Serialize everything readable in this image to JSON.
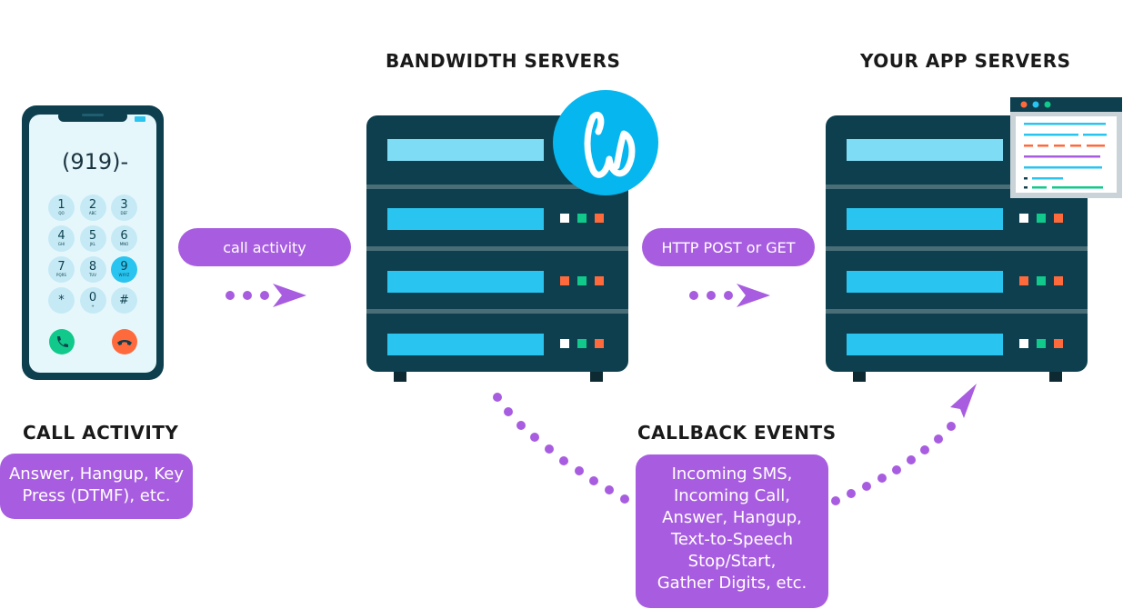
{
  "headings": {
    "bandwidth_servers": "BANDWIDTH SERVERS",
    "your_app_servers": "YOUR APP SERVERS",
    "call_activity": "CALL ACTIVITY",
    "callback_events": "CALLBACK EVENTS"
  },
  "pills": {
    "call_activity": "call activity",
    "http_post_get": "HTTP POST or GET"
  },
  "call_activity_box": [
    "Answer, Hangup, Key",
    "Press (DTMF), etc."
  ],
  "callback_events_box": [
    "Incoming SMS,",
    "Incoming Call,",
    "Answer, Hangup,",
    "Text-to-Speech",
    "Stop/Start,",
    "Gather Digits, etc."
  ],
  "phone": {
    "display": "(919)-",
    "keys": [
      {
        "digit": "1",
        "letters": "QO"
      },
      {
        "digit": "2",
        "letters": "ABC"
      },
      {
        "digit": "3",
        "letters": "DEF"
      },
      {
        "digit": "4",
        "letters": "GHI"
      },
      {
        "digit": "5",
        "letters": "JKL"
      },
      {
        "digit": "6",
        "letters": "MNO"
      },
      {
        "digit": "7",
        "letters": "PQRS"
      },
      {
        "digit": "8",
        "letters": "TUV"
      },
      {
        "digit": "9",
        "letters": "WXYZ"
      },
      {
        "digit": "*",
        "letters": ""
      },
      {
        "digit": "0",
        "letters": "+"
      },
      {
        "digit": "#",
        "letters": ""
      }
    ]
  },
  "logo_letter": "b",
  "colors": {
    "purple": "#a85de0",
    "server": "#0d3f4e",
    "bar": "#29c4ef",
    "bar_light": "#7edcf4",
    "logo_blue": "#06b6ef",
    "phone_screen": "#e6f7fc",
    "green": "#10c98a",
    "orange": "#ff6a3d"
  }
}
